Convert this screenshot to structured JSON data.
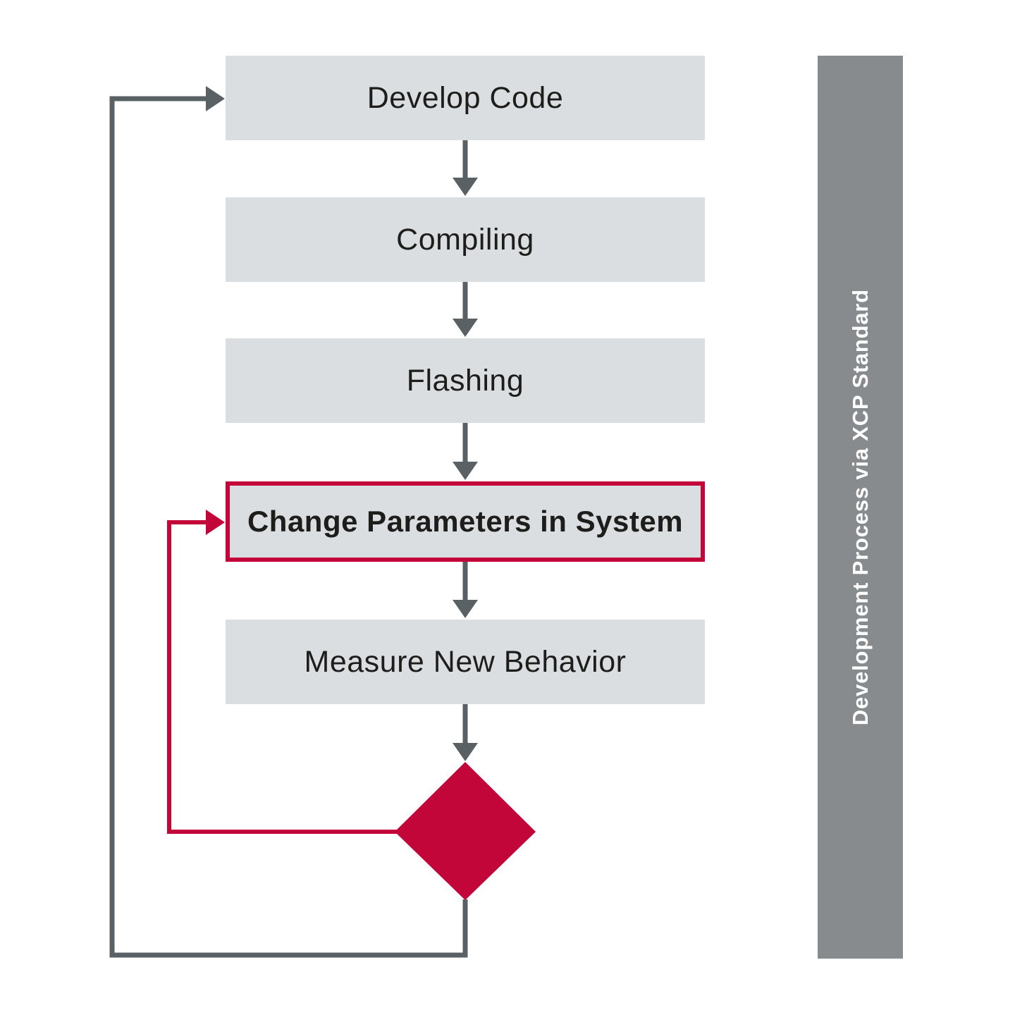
{
  "flowchart": {
    "steps": [
      {
        "id": "develop-code",
        "label": "Develop Code",
        "highlighted": false
      },
      {
        "id": "compiling",
        "label": "Compiling",
        "highlighted": false
      },
      {
        "id": "flashing",
        "label": "Flashing",
        "highlighted": false
      },
      {
        "id": "change-parameters",
        "label": "Change Parameters in System",
        "highlighted": true
      },
      {
        "id": "measure-new-behavior",
        "label": "Measure New Behavior",
        "highlighted": false
      }
    ],
    "decision": {
      "shape": "diamond",
      "label": ""
    },
    "banner": {
      "label": "Development Process via XCP Standard"
    },
    "colors": {
      "box_fill": "#dbdee0",
      "box_text": "#1d1d1b",
      "arrow_gray": "#5a6164",
      "accent_red": "#c3063a",
      "highlight_border": "#c3063a",
      "banner_fill": "#878b8e",
      "banner_text": "#ffffff",
      "background": "#ffffff"
    }
  }
}
